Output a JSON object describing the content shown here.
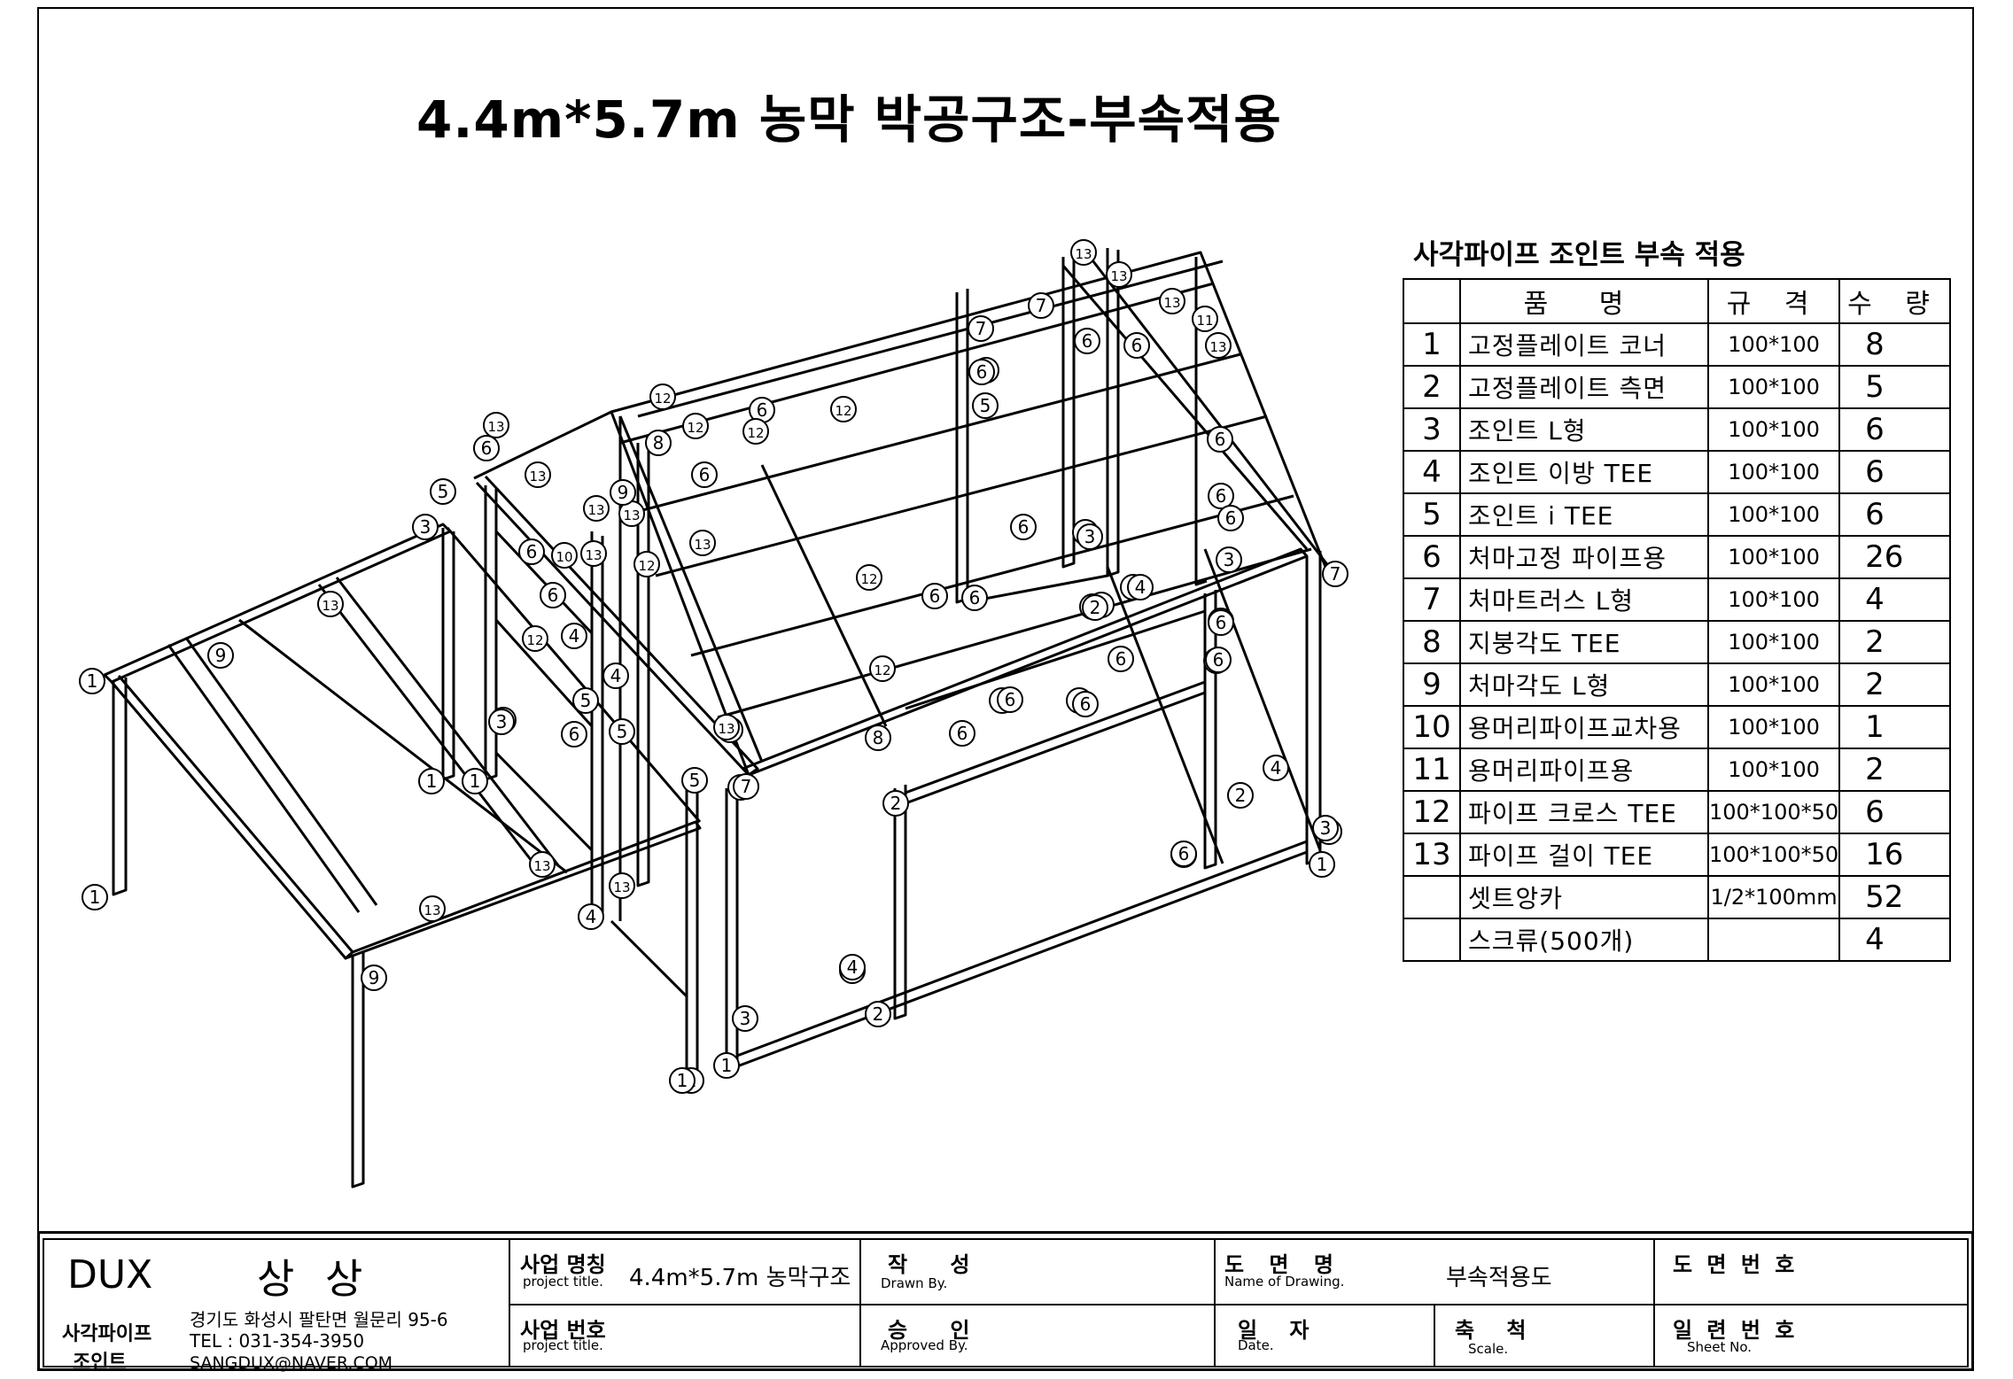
{
  "title": "4.4m*5.7m 농막 박공구조-부속적용",
  "bom": {
    "title": "사각파이프 조인트 부속 적용",
    "headers": [
      "",
      "품 명",
      "규 격",
      "수 량"
    ],
    "rows": [
      {
        "no": "1",
        "name": "고정플레이트 코너",
        "spec": "100*100",
        "qty": "8"
      },
      {
        "no": "2",
        "name": "고정플레이트 측면",
        "spec": "100*100",
        "qty": "5"
      },
      {
        "no": "3",
        "name": "조인트 L형",
        "spec": "100*100",
        "qty": "6"
      },
      {
        "no": "4",
        "name": "조인트 이방 TEE",
        "spec": "100*100",
        "qty": "6"
      },
      {
        "no": "5",
        "name": "조인트 i TEE",
        "spec": "100*100",
        "qty": "6"
      },
      {
        "no": "6",
        "name": "처마고정 파이프용",
        "spec": "100*100",
        "qty": "26"
      },
      {
        "no": "7",
        "name": "처마트러스 L형",
        "spec": "100*100",
        "qty": "4"
      },
      {
        "no": "8",
        "name": "지붕각도 TEE",
        "spec": "100*100",
        "qty": "2"
      },
      {
        "no": "9",
        "name": "처마각도 L형",
        "spec": "100*100",
        "qty": "2"
      },
      {
        "no": "10",
        "name": "용머리파이프교차용",
        "spec": "100*100",
        "qty": "1"
      },
      {
        "no": "11",
        "name": "용머리파이프용",
        "spec": "100*100",
        "qty": "2"
      },
      {
        "no": "12",
        "name": "파이프 크로스 TEE",
        "spec": "100*100*50",
        "qty": "6"
      },
      {
        "no": "13",
        "name": "파이프 걸이 TEE",
        "spec": "100*100*50",
        "qty": "16"
      },
      {
        "no": "",
        "name": "셋트앙카",
        "spec": "1/2*100mm",
        "qty": "52"
      },
      {
        "no": "",
        "name": "스크류(500개)",
        "spec": "",
        "qty": "4"
      }
    ]
  },
  "titleblock": {
    "company": "DUX",
    "brand": "상 상",
    "product_line1": "사각파이프",
    "product_line2": "조인트",
    "address": "경기도 화성시 팔탄면 월문리 95-6",
    "tel": "TEL : 031-354-3950",
    "email": "SANGDUX@NAVER.COM",
    "project_name_label": "사업 명칭",
    "project_name_sub": "project title.",
    "project_name_value": "4.4m*5.7m 농막구조",
    "project_no_label": "사업 번호",
    "project_no_sub": "project title.",
    "drawn_label": "작 성",
    "drawn_sub": "Drawn By.",
    "approved_label": "승 인",
    "approved_sub": "Approved By.",
    "drawing_name_label": "도 면 명",
    "drawing_name_sub": "Name of Drawing.",
    "drawing_name_value": "부속적용도",
    "date_label": "일 자",
    "date_sub": "Date.",
    "scale_label": "축 척",
    "scale_sub": "Scale.",
    "drawing_no_label": "도 면 번 호",
    "sheet_no_label": "일 련 번 호",
    "sheet_no_sub": "Sheet No."
  },
  "diagram": {
    "callouts": [
      "13",
      "13",
      "13",
      "11",
      "13",
      "7",
      "7",
      "6",
      "6",
      "6",
      "6",
      "5",
      "6",
      "6",
      "12",
      "12",
      "8",
      "6",
      "12",
      "12",
      "6",
      "13",
      "13",
      "13",
      "9",
      "5",
      "3",
      "6",
      "10",
      "13",
      "12",
      "6",
      "13",
      "6",
      "3",
      "1",
      "4",
      "2",
      "6",
      "6",
      "4",
      "4",
      "6",
      "12",
      "5",
      "3",
      "6",
      "5",
      "8",
      "6",
      "6",
      "6",
      "12",
      "13",
      "5",
      "7",
      "3",
      "1",
      "1",
      "1",
      "9",
      "13",
      "13",
      "13",
      "13",
      "13",
      "4",
      "2",
      "2",
      "5",
      "4",
      "6",
      "1",
      "3",
      "1",
      "9",
      "1",
      "3",
      "1",
      "6",
      "2",
      "4",
      "3",
      "1",
      "13",
      "7",
      "6",
      "6",
      "6",
      "4",
      "2",
      "6",
      "3",
      "6",
      "6",
      "12",
      "6",
      "6",
      "2",
      "7"
    ]
  }
}
